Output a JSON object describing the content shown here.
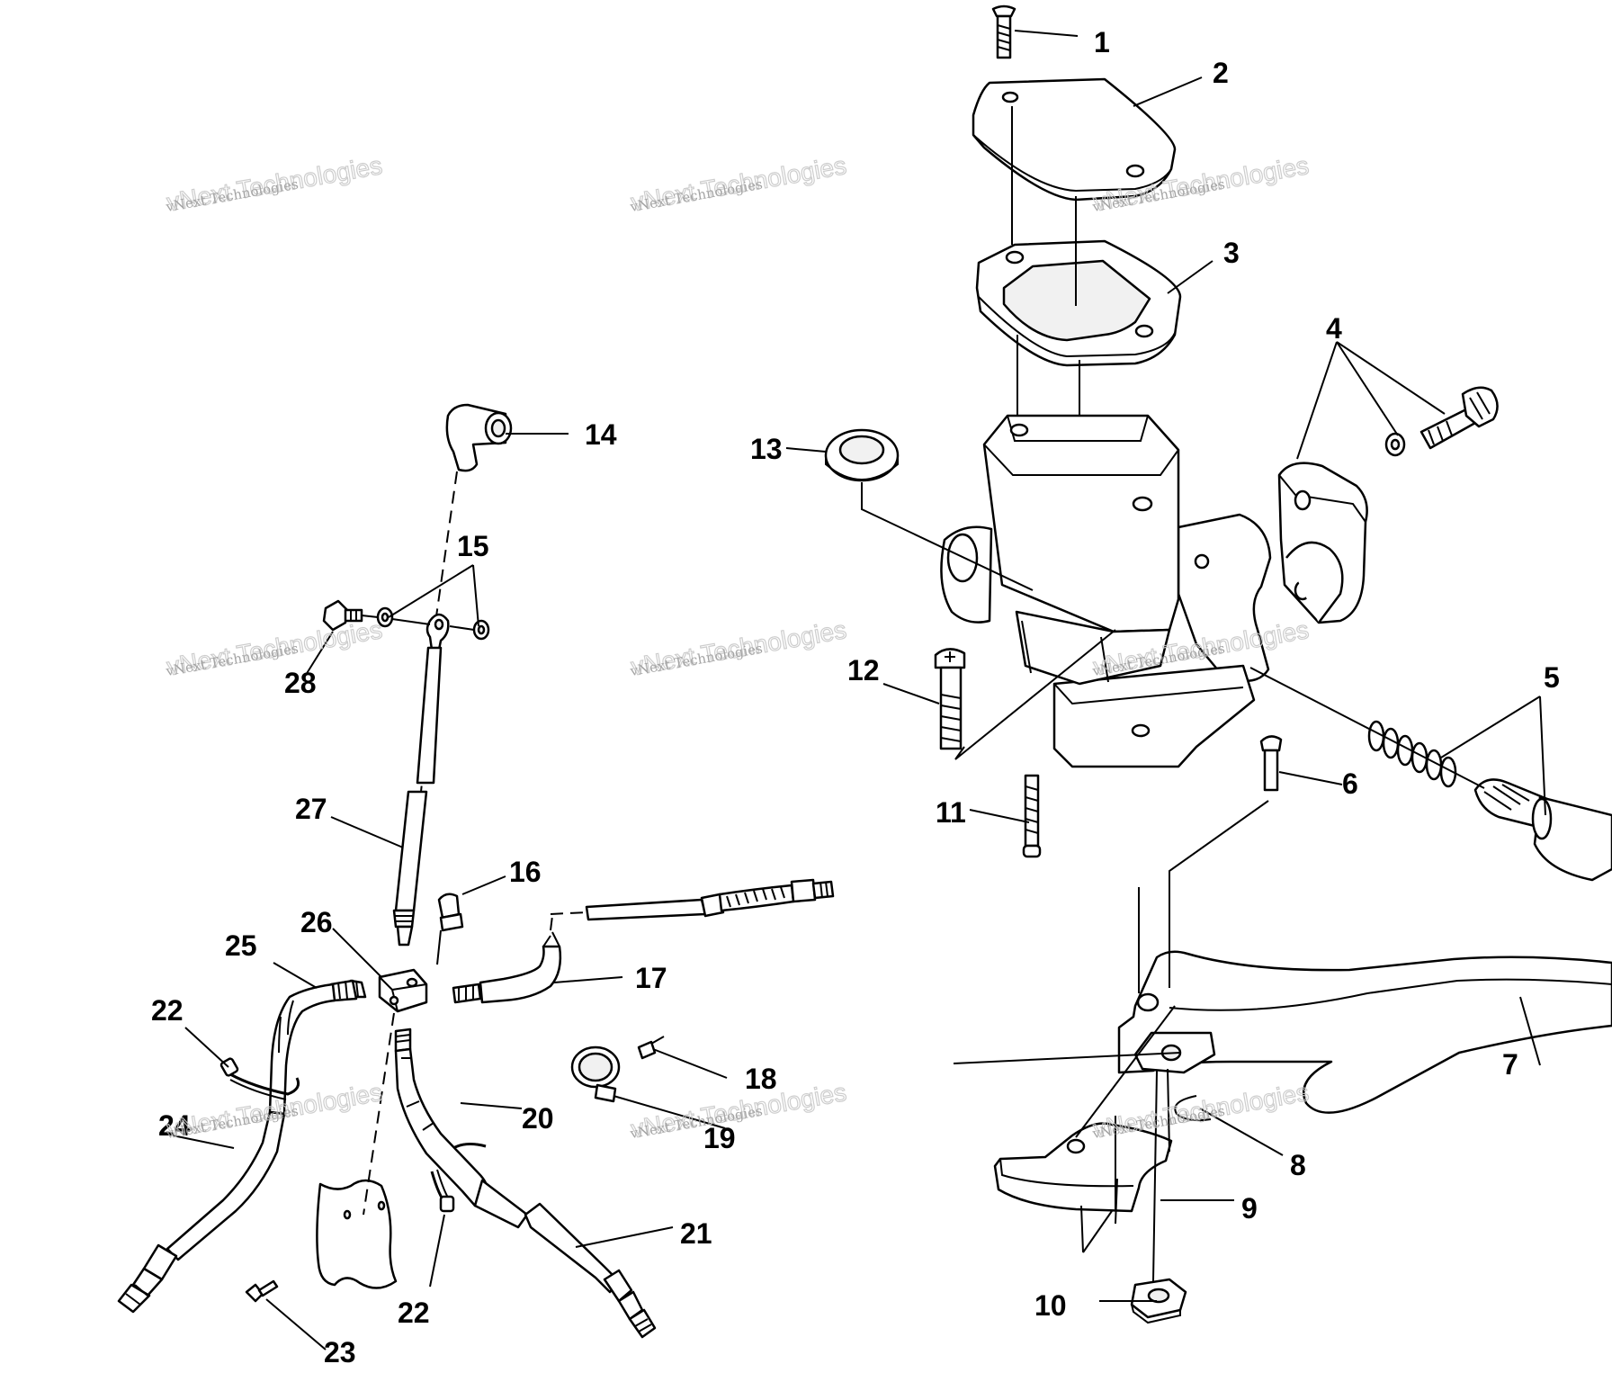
{
  "watermark": {
    "line1": "vNext Technologies",
    "line2": "vNext Technologies"
  },
  "callouts": [
    {
      "id": "1",
      "text": "1"
    },
    {
      "id": "2",
      "text": "2"
    },
    {
      "id": "3",
      "text": "3"
    },
    {
      "id": "4",
      "text": "4"
    },
    {
      "id": "5",
      "text": "5"
    },
    {
      "id": "6",
      "text": "6"
    },
    {
      "id": "7",
      "text": "7"
    },
    {
      "id": "8",
      "text": "8"
    },
    {
      "id": "9",
      "text": "9"
    },
    {
      "id": "10",
      "text": "10"
    },
    {
      "id": "11",
      "text": "11"
    },
    {
      "id": "12",
      "text": "12"
    },
    {
      "id": "13",
      "text": "13"
    },
    {
      "id": "14",
      "text": "14"
    },
    {
      "id": "15",
      "text": "15"
    },
    {
      "id": "16",
      "text": "16"
    },
    {
      "id": "17",
      "text": "17"
    },
    {
      "id": "18",
      "text": "18"
    },
    {
      "id": "19",
      "text": "19"
    },
    {
      "id": "20",
      "text": "20"
    },
    {
      "id": "21",
      "text": "21"
    },
    {
      "id": "22a",
      "text": "22"
    },
    {
      "id": "22b",
      "text": "22"
    },
    {
      "id": "23",
      "text": "23"
    },
    {
      "id": "24",
      "text": "24"
    },
    {
      "id": "25",
      "text": "25"
    },
    {
      "id": "26",
      "text": "26"
    },
    {
      "id": "27",
      "text": "27"
    },
    {
      "id": "28",
      "text": "28"
    }
  ]
}
